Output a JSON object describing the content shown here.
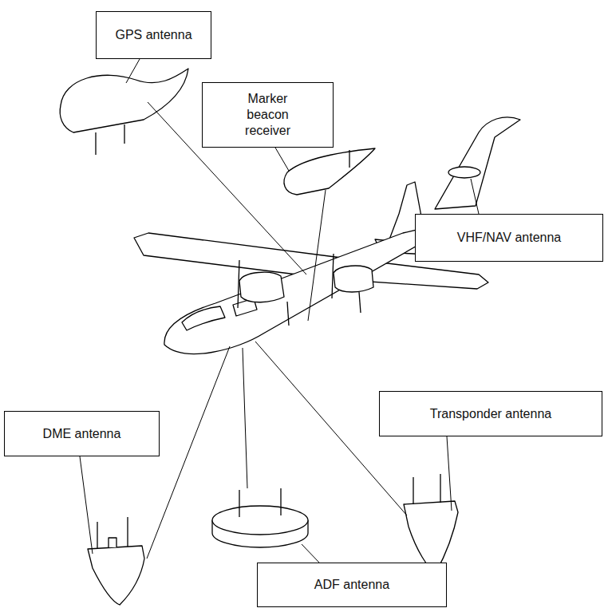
{
  "diagram": {
    "nodes": [
      {
        "text": [
          "GPS antenna"
        ]
      },
      {
        "text": [
          "Marker beacon receiver"
        ]
      },
      {
        "text": [
          "VHF/NAV antenna"
        ]
      },
      {
        "text": [
          "Transponder antenna"
        ]
      },
      {
        "text": [
          "DME antenna"
        ]
      },
      {
        "text": [
          "ADF antenna"
        ]
      }
    ]
  }
}
